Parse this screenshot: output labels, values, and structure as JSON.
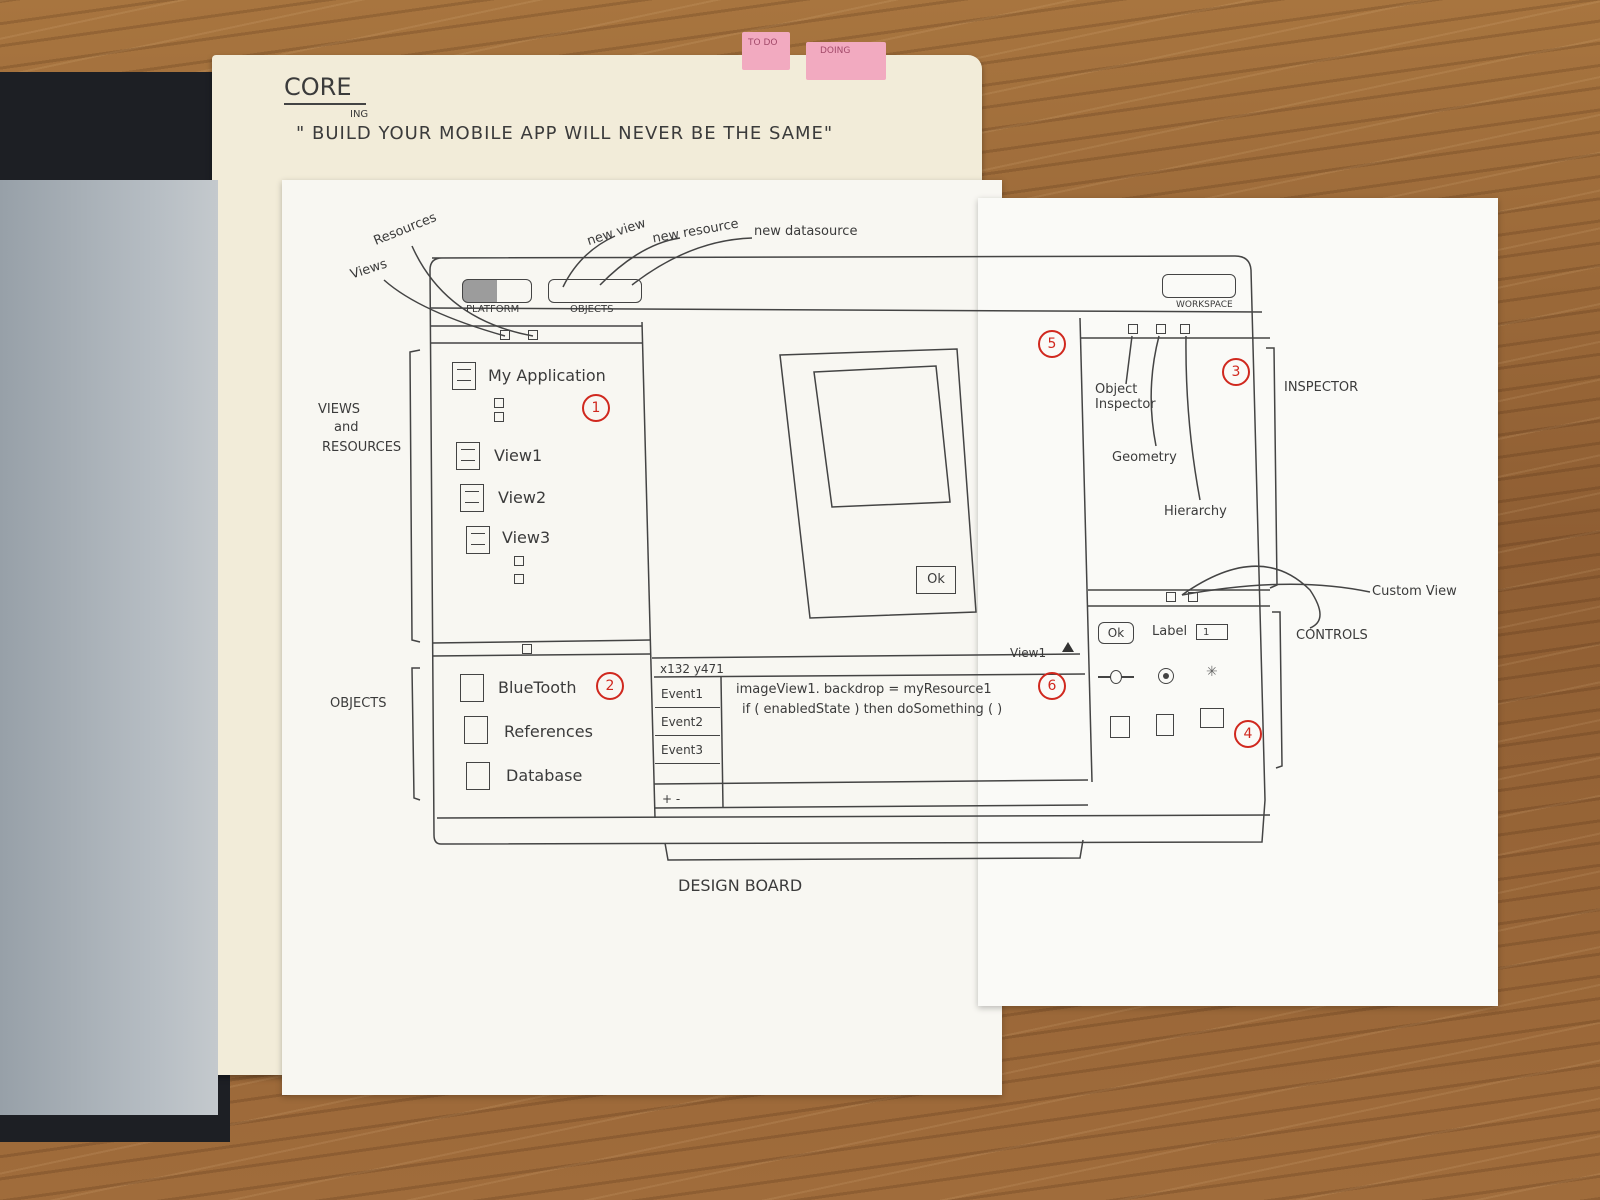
{
  "header": {
    "title": "CORE",
    "tagline": "\" BUILD YOUR MOBILE APP WILL NEVER BE THE SAME\"",
    "tagline_insert": "ING"
  },
  "tabs": [
    "TO DO",
    "DOING"
  ],
  "toolbar": {
    "platform_label": "PLATFORM",
    "objects_label": "OBJECTS",
    "workspace_label": "WORKSPACE"
  },
  "callouts": {
    "views": "Views",
    "resources": "Resources",
    "new_view": "new view",
    "new_resource": "new resource",
    "new_datasource": "new datasource",
    "object_inspector": "Object Inspector",
    "geometry": "Geometry",
    "hierarchy": "Hierarchy",
    "custom_view": "Custom View"
  },
  "side_labels": {
    "views_and_resources": [
      "VIEWS",
      "and",
      "RESOURCES"
    ],
    "objects": "OBJECTS",
    "inspector": "INSPECTOR",
    "controls": "CONTROLS",
    "design_board": "DESIGN BOARD"
  },
  "views_panel": {
    "app_name": "My Application",
    "views": [
      "View1",
      "View2",
      "View3"
    ]
  },
  "objects_panel": {
    "items": [
      "BlueTooth",
      "References",
      "Database"
    ]
  },
  "design_board": {
    "button_label": "Ok",
    "coords": "x132 y471",
    "current_view": "View1"
  },
  "events": {
    "items": [
      "Event1",
      "Event2",
      "Event3"
    ],
    "add_remove": "+ -",
    "code_lines": [
      "imageView1. backdrop = myResource1",
      "if ( enabledState ) then doSomething ( )"
    ]
  },
  "controls_panel": {
    "button_label": "Ok",
    "label_text": "Label",
    "field_text": "1"
  },
  "markers": [
    "1",
    "2",
    "3",
    "4",
    "5",
    "6"
  ]
}
